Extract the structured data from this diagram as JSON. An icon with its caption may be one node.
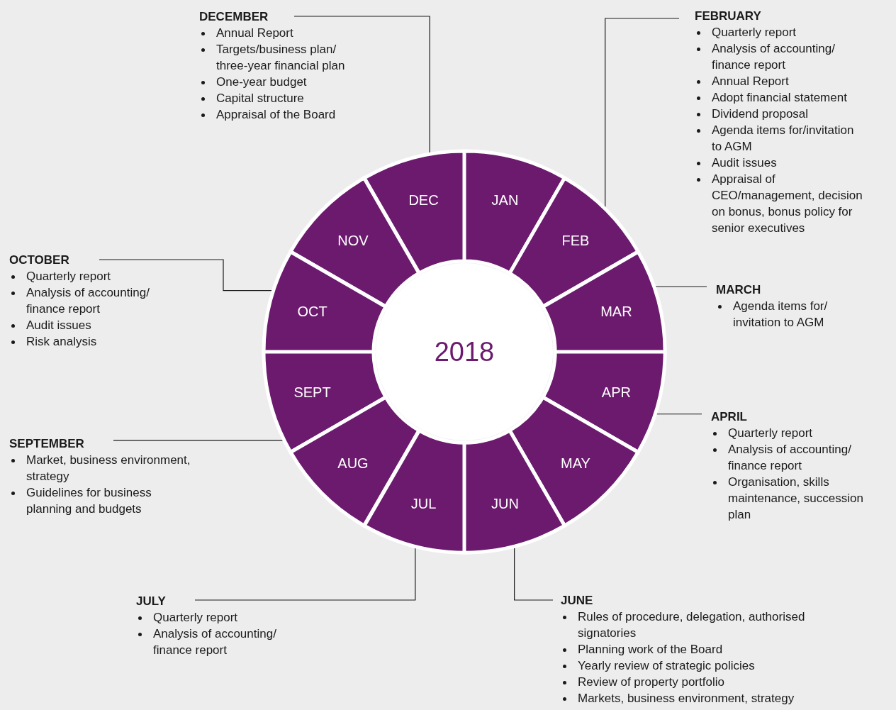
{
  "diagram": {
    "nodes": [
      {
        "text": [
          "DECEMBER",
          "Annual Report",
          "Targets/business plan/ three-year financial plan",
          "One-year budget",
          "Capital structure",
          "Appraisal of the Board"
        ]
      },
      {
        "text": [
          "FEBRUARY",
          "Quarterly report",
          "Analysis of accounting/ finance report",
          "Annual Report",
          "Adopt financial statement",
          "Dividend proposal",
          "Agenda items for/invitation to AGM",
          "Audit issues",
          "Appraisal of CEO/management, decision on bonus, bonus policy for senior executives"
        ]
      },
      {
        "text": [
          "DEC"
        ]
      },
      {
        "text": [
          "JAN"
        ]
      },
      {
        "text": [
          "NOV"
        ]
      },
      {
        "text": [
          "FEB"
        ]
      },
      {
        "text": [
          "OCTOBER",
          "Quarterly report",
          "Analysis of accounting/ finance report",
          "Audit issues",
          "Risk analysis"
        ]
      },
      {
        "text": [
          "MARCH",
          "Agenda items for/ invitation to AGM"
        ]
      },
      {
        "text": [
          "OCT"
        ]
      },
      {
        "text": [
          "MAR"
        ]
      },
      {
        "text": [
          "2018"
        ]
      },
      {
        "text": [
          "SEPT"
        ]
      },
      {
        "text": [
          "APR"
        ]
      },
      {
        "text": [
          "SEPTEMBER",
          "Market, business environment, strategy",
          "Guidelines for business planning and budgets"
        ]
      },
      {
        "text": [
          "APRIL",
          "Quarterly report",
          "Analysis of accounting/ finance report",
          "Organisation, skills maintenance, succession plan"
        ]
      },
      {
        "text": [
          "AUG"
        ]
      },
      {
        "text": [
          "MAY"
        ]
      },
      {
        "text": [
          "JUL"
        ]
      },
      {
        "text": [
          "JUN"
        ]
      },
      {
        "text": [
          "JULY",
          "Quarterly report",
          "Analysis of accounting/ finance report"
        ]
      },
      {
        "text": [
          "JUNE",
          "Rules of procedure, delegation, authorised signatories",
          "Planning work of the Board",
          "Yearly review of strategic policies",
          "Review of property portfolio",
          "Markets, business environment, strategy"
        ]
      }
    ],
    "edges": [
      {
        "from": 0,
        "to": 2,
        "arrow": "none"
      },
      {
        "from": 1,
        "to": 5,
        "arrow": "none"
      },
      {
        "from": 6,
        "to": 8,
        "arrow": "none"
      },
      {
        "from": 7,
        "to": 9,
        "arrow": "none"
      },
      {
        "from": 13,
        "to": 11,
        "arrow": "none"
      },
      {
        "from": 14,
        "to": 12,
        "arrow": "none"
      },
      {
        "from": 19,
        "to": 17,
        "arrow": "none"
      },
      {
        "from": 20,
        "to": 18,
        "arrow": "none"
      }
    ]
  }
}
